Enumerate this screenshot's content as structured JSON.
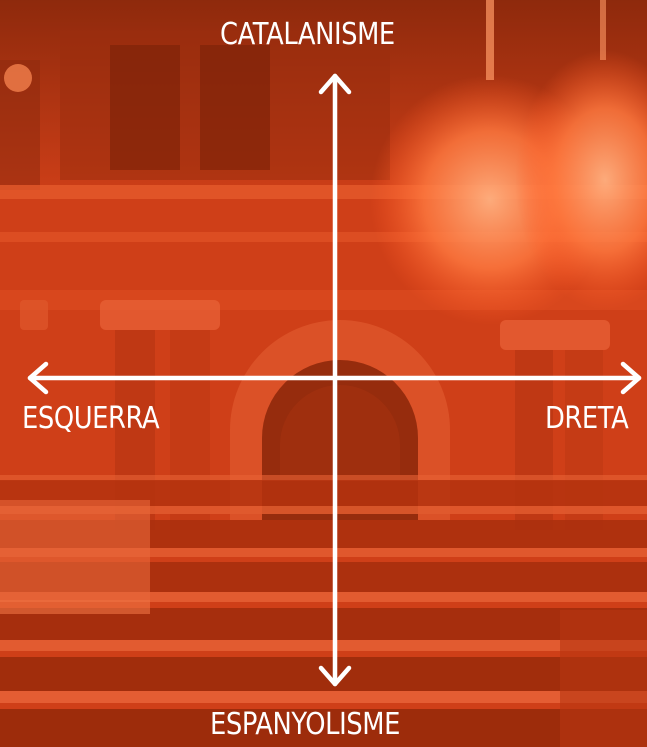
{
  "diagram": {
    "axes": {
      "top": "CATALANISME",
      "bottom": "ESPANYOLISME",
      "left": "ESQUERRA",
      "right": "DRETA"
    }
  },
  "colors": {
    "base": "#d2401a",
    "dark": "#8f2a0c",
    "light": "#ff7a45",
    "arrow": "#ffffff"
  }
}
